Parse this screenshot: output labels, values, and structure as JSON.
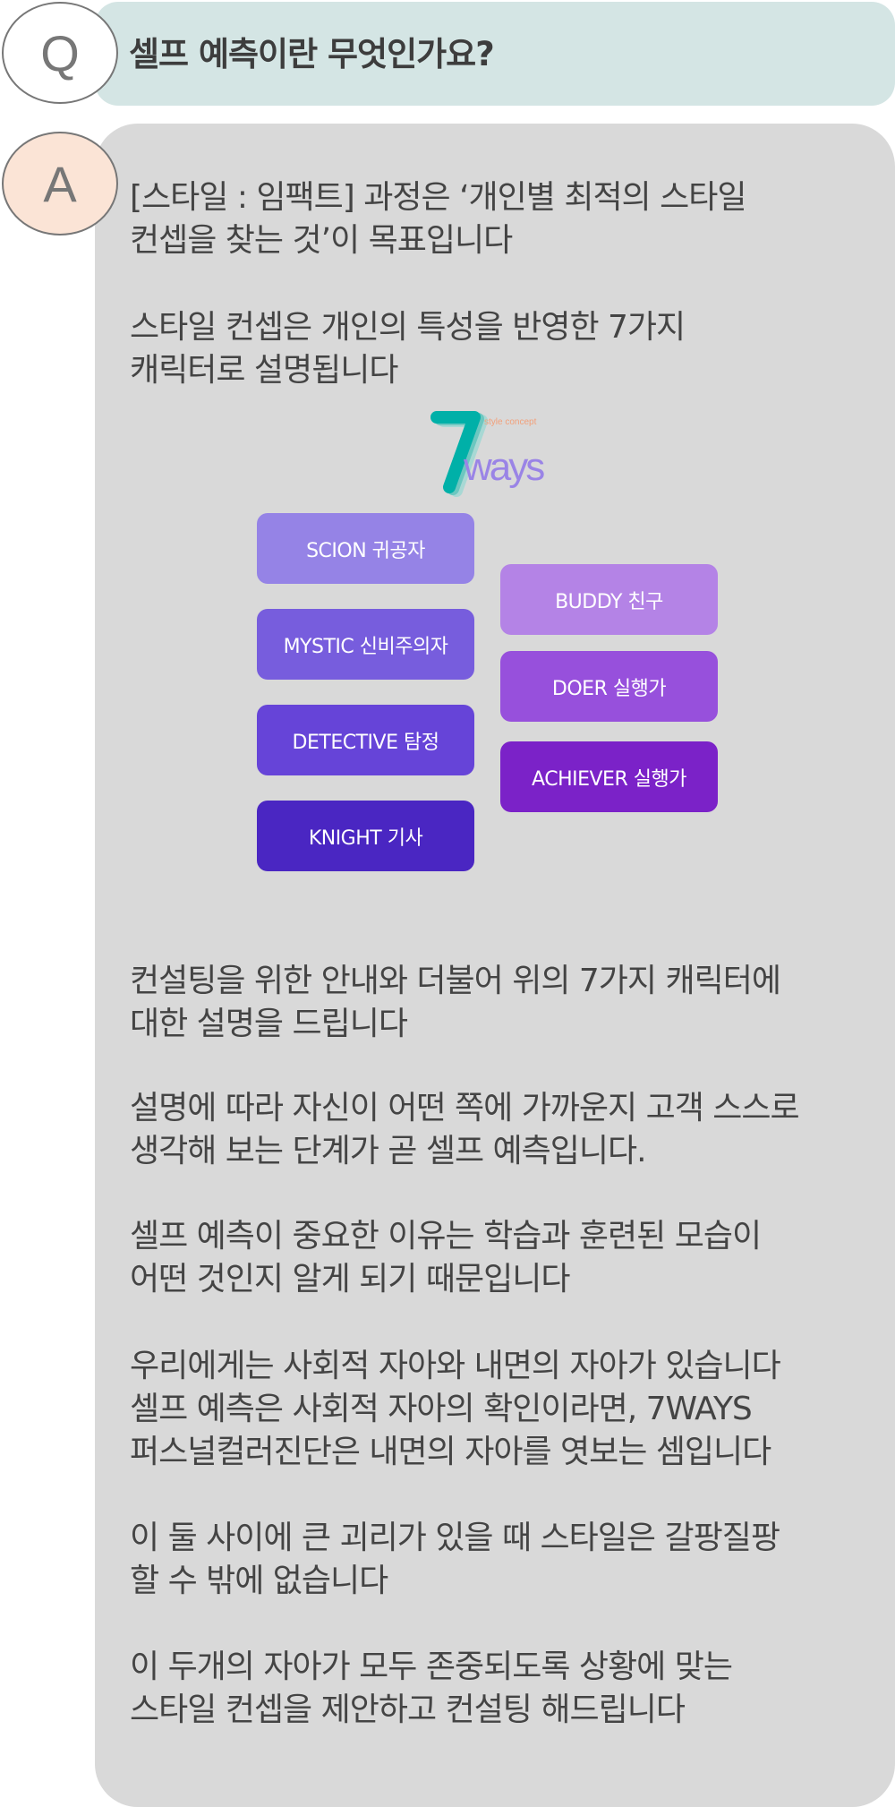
{
  "question": {
    "badge": "Q",
    "text": "셀프 예측이란 무엇인가요?"
  },
  "answer": {
    "badge": "A",
    "paragraphs": [
      [
        "[스타일 : 임팩트] 과정은 ‘개인별 최적의 스타일",
        "컨셉을 찾는 것’이 목표입니다"
      ],
      [
        "스타일 컨셉은 개인의 특성을 반영한 7가지",
        "캐릭터로 설명됩니다"
      ],
      [
        "컨설팅을 위한 안내와 더불어 위의 7가지 캐릭터에",
        "대한 설명을 드립니다"
      ],
      [
        "설명에 따라 자신이 어떤 쪽에 가까운지 고객 스스로",
        "생각해 보는 단계가 곧 셀프 예측입니다."
      ],
      [
        "셀프 예측이 중요한 이유는 학습과 훈련된 모습이",
        "어떤 것인지 알게 되기 때문입니다"
      ],
      [
        "우리에게는 사회적 자아와 내면의 자아가 있습니다",
        "셀프 예측은 사회적 자아의 확인이라면, 7WAYS",
        "퍼스널컬러진단은 내면의 자아를 엿보는 셈입니다"
      ],
      [
        "이 둘 사이에 큰 괴리가 있을 때 스타일은 갈팡질팡",
        "할 수 밖에 없습니다"
      ],
      [
        "이 두개의 자아가 모두 존중되도록 상황에 맞는",
        "스타일 컨셉을 제안하고 컨설팅 해드립니다"
      ]
    ]
  },
  "logo": {
    "number": "7",
    "word": "ways",
    "tagline": "style concept"
  },
  "characters": [
    {
      "label": "SCION 귀공자",
      "color": "#9583e6"
    },
    {
      "label": "MYSTIC 신비주의자",
      "color": "#775ddd"
    },
    {
      "label": "DETECTIVE 탐정",
      "color": "#6644d8"
    },
    {
      "label": "KNIGHT 기사",
      "color": "#4a26c2"
    },
    {
      "label": "BUDDY 친구",
      "color": "#b483e6"
    },
    {
      "label": "DOER 실행가",
      "color": "#9750dc"
    },
    {
      "label": "ACHIEVER 실행가",
      "color": "#7b22c8"
    }
  ]
}
